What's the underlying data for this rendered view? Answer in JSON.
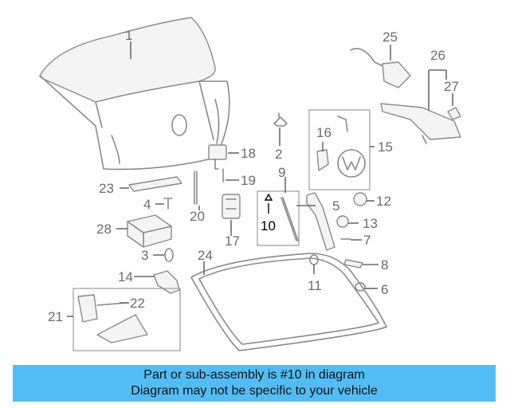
{
  "diagram": {
    "callouts": [
      {
        "id": "1",
        "label": "1"
      },
      {
        "id": "2",
        "label": "2"
      },
      {
        "id": "3",
        "label": "3"
      },
      {
        "id": "4",
        "label": "4"
      },
      {
        "id": "5",
        "label": "5"
      },
      {
        "id": "6",
        "label": "6"
      },
      {
        "id": "7",
        "label": "7"
      },
      {
        "id": "8",
        "label": "8"
      },
      {
        "id": "9",
        "label": "9"
      },
      {
        "id": "10",
        "label": "10"
      },
      {
        "id": "11",
        "label": "11"
      },
      {
        "id": "12",
        "label": "12"
      },
      {
        "id": "13",
        "label": "13"
      },
      {
        "id": "14",
        "label": "14"
      },
      {
        "id": "15",
        "label": "15"
      },
      {
        "id": "16",
        "label": "16"
      },
      {
        "id": "17",
        "label": "17"
      },
      {
        "id": "18",
        "label": "18"
      },
      {
        "id": "19",
        "label": "19"
      },
      {
        "id": "20",
        "label": "20"
      },
      {
        "id": "21",
        "label": "21"
      },
      {
        "id": "22",
        "label": "22"
      },
      {
        "id": "23",
        "label": "23"
      },
      {
        "id": "24",
        "label": "24"
      },
      {
        "id": "25",
        "label": "25"
      },
      {
        "id": "26",
        "label": "26"
      },
      {
        "id": "27",
        "label": "27"
      },
      {
        "id": "28",
        "label": "28"
      }
    ],
    "highlighted": "10"
  },
  "caption": {
    "line1": "Part or sub-assembly is #10 in diagram",
    "line2": "Diagram may not be specific to your vehicle",
    "background": "#52bdf5"
  }
}
